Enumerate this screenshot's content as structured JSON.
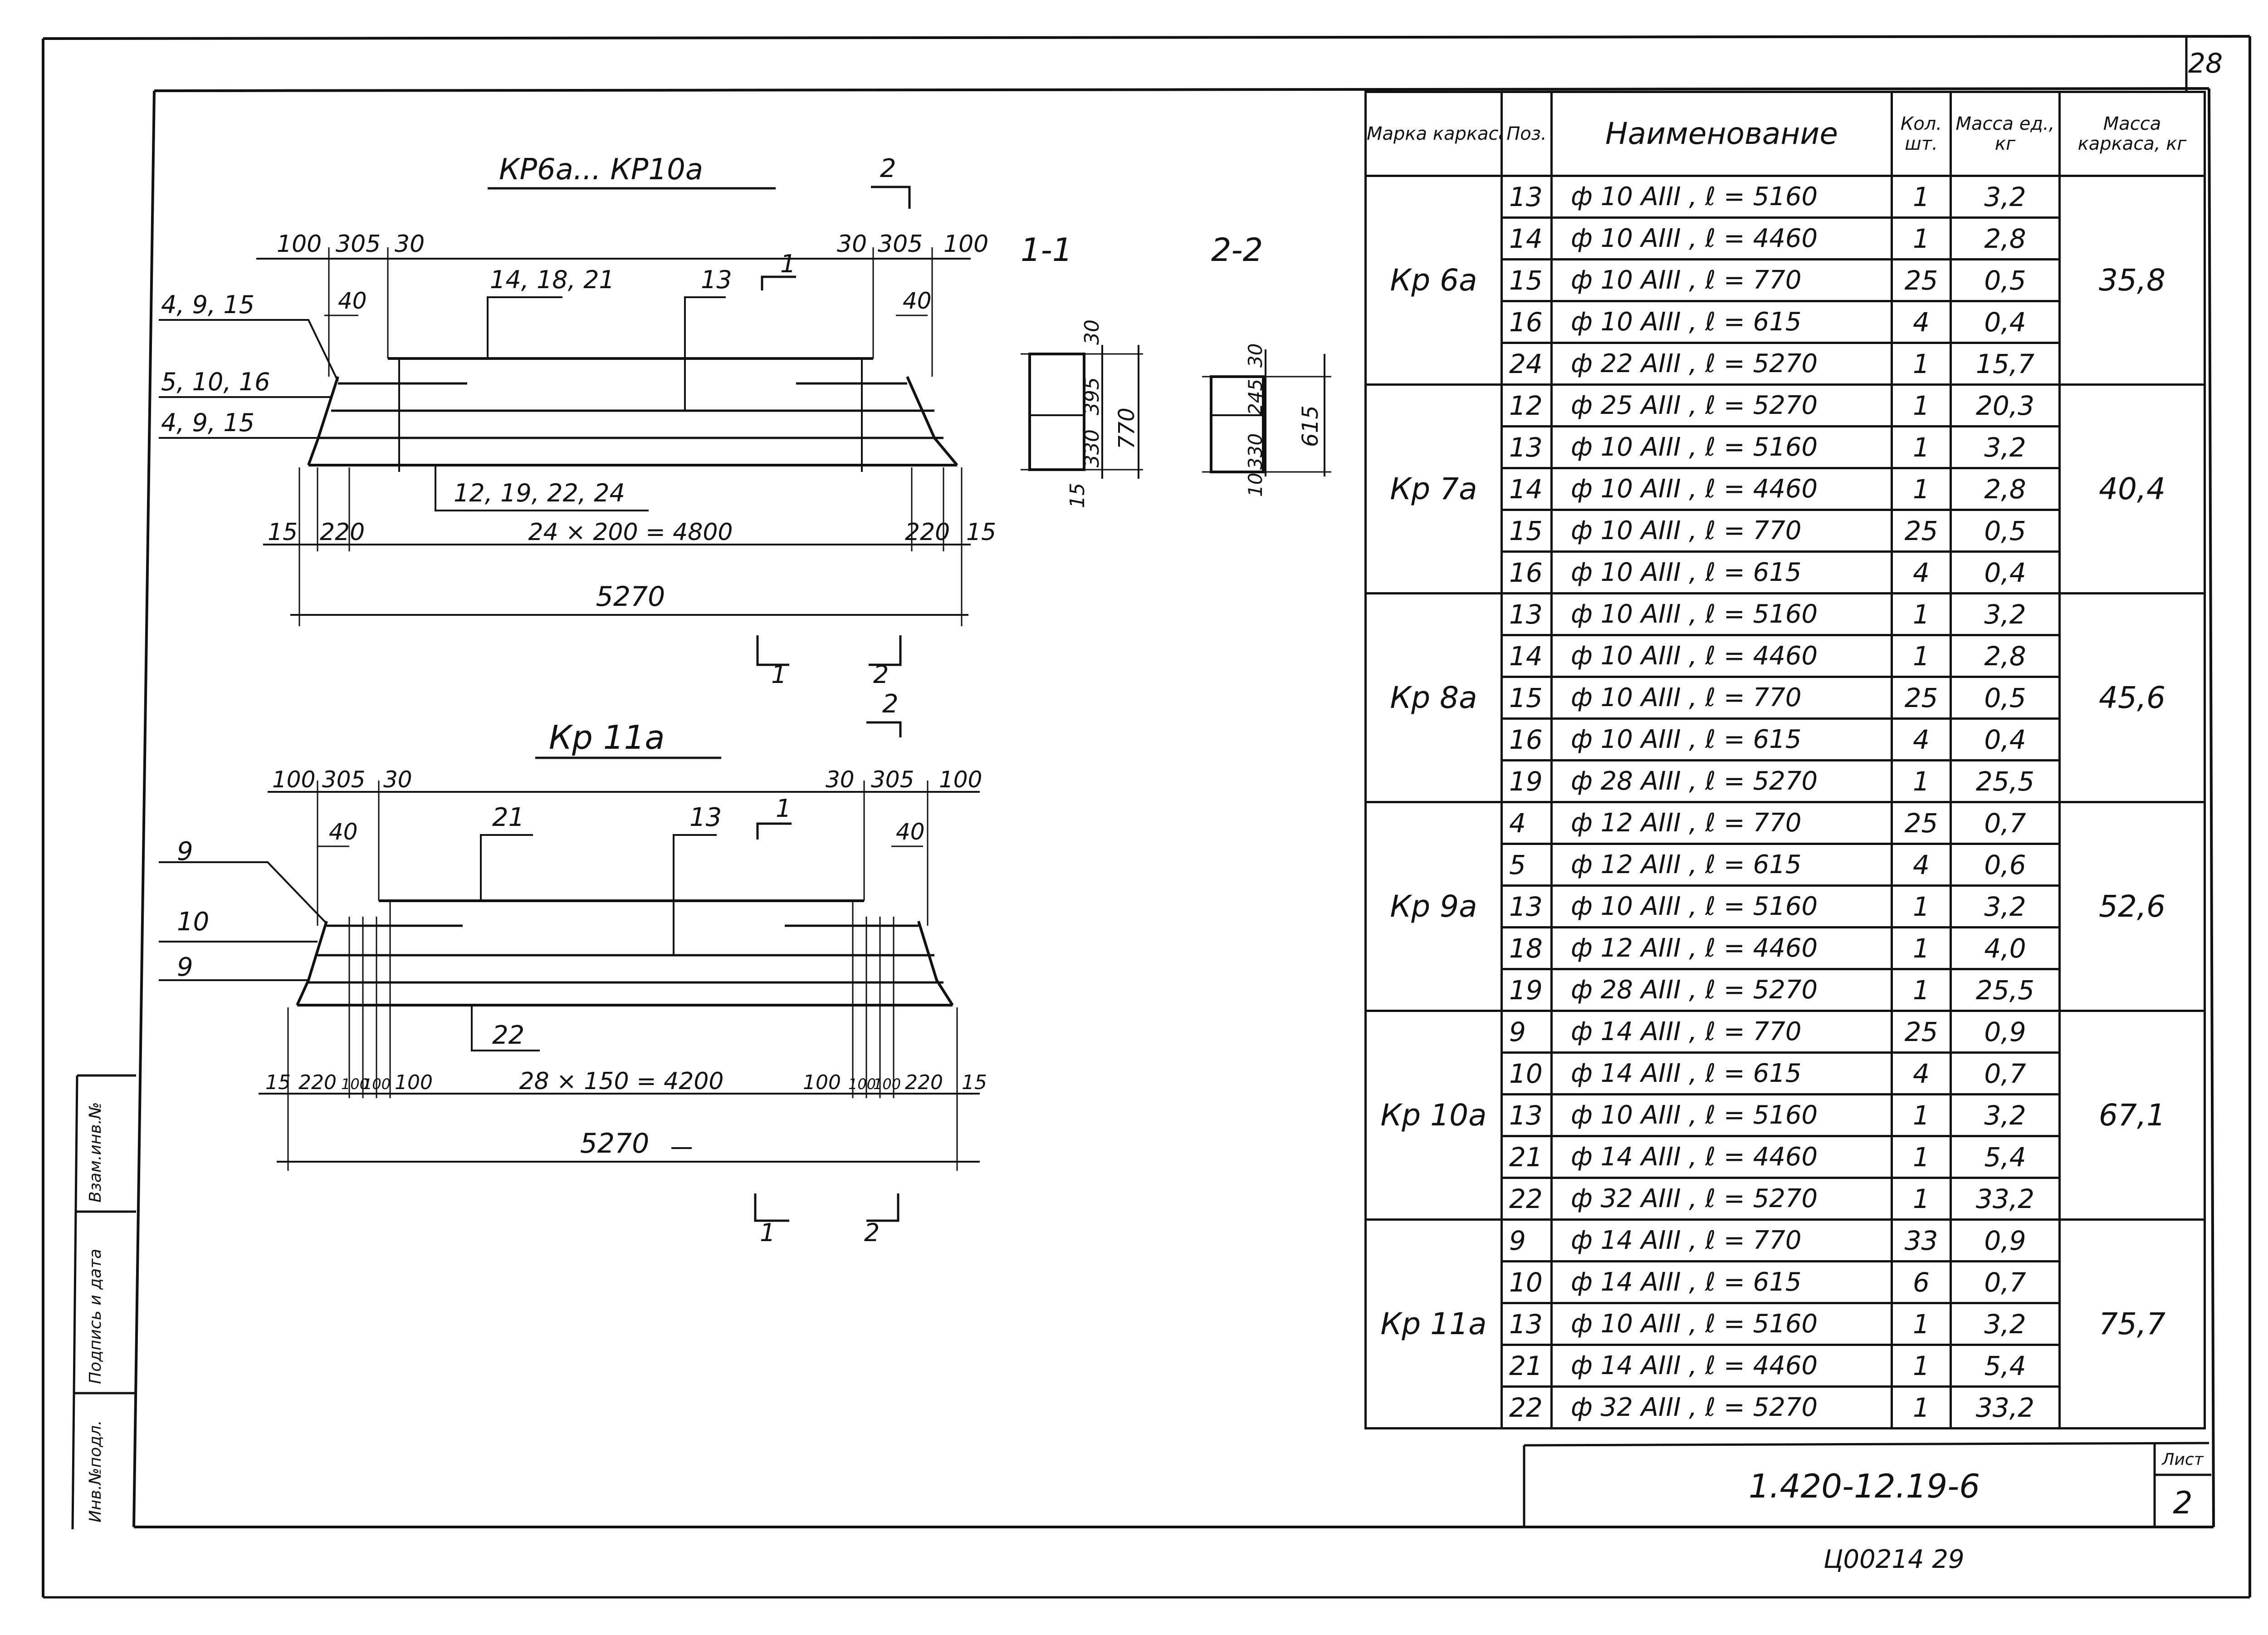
{
  "sheet": {
    "page_no": "28",
    "doc_code": "1.420-12.19-6",
    "sheet_label": "Лист",
    "sheet_no": "2",
    "stamp": "Ц00214 29",
    "side_stamp": [
      "Инв.№подл.",
      "Подпись и дата",
      "Взам.инв.№"
    ]
  },
  "drawing_top": {
    "title": "КР6а... КР10а",
    "section_marker": "2",
    "dims_top": [
      "100",
      "305",
      "30",
      "30",
      "305",
      "100"
    ],
    "dim_40": "40",
    "bar_labels": {
      "top": "14, 18, 21",
      "middle": "13",
      "left_1": "4, 9, 15",
      "left_2": "5, 10, 16",
      "left_3": "4, 9, 15",
      "bottom": "12, 19, 22, 24"
    },
    "cut_marker_1": "1",
    "dims_bottom": [
      "15",
      "220",
      "24 × 200 = 4800",
      "220",
      "15"
    ],
    "total_length": "5270",
    "cut_markers_bottom": [
      "1",
      "2"
    ]
  },
  "sections": {
    "s11": {
      "title": "1-1",
      "dims": [
        "30",
        "395",
        "330",
        "15"
      ],
      "height": "770"
    },
    "s22": {
      "title": "2-2",
      "dims": [
        "30",
        "245",
        "330",
        "10"
      ],
      "height": "615"
    }
  },
  "drawing_bottom": {
    "title": "Кр 11а",
    "section_marker": "2",
    "dims_top": [
      "100",
      "305",
      "30",
      "30",
      "305",
      "100"
    ],
    "dim_40": "40",
    "bar_labels": {
      "top": "21",
      "middle": "13",
      "left_1": "9",
      "left_2": "10",
      "left_3": "9",
      "bottom": "22"
    },
    "cut_marker_1": "1",
    "dims_bottom": [
      "15",
      "220",
      "100",
      "100",
      "100",
      "28 × 150 = 4200",
      "100",
      "100",
      "100",
      "220",
      "15"
    ],
    "total_length": "5270",
    "cut_markers_bottom": [
      "1",
      "2"
    ]
  },
  "table": {
    "headers": {
      "brand": "Марка каркаса",
      "pos": "Поз.",
      "name": "Наименование",
      "qty": "Кол. шт.",
      "mass_unit": "Масса ед., кг",
      "mass_cage": "Масса каркаса, кг"
    },
    "groups": [
      {
        "brand": "Кр 6а",
        "total": "35,8",
        "rows": [
          {
            "pos": "13",
            "name": "ф 10 АIII ,  ℓ = 5160",
            "qty": "1",
            "mass": "3,2"
          },
          {
            "pos": "14",
            "name": "ф 10 АIII ,  ℓ = 4460",
            "qty": "1",
            "mass": "2,8"
          },
          {
            "pos": "15",
            "name": "ф 10 АIII ,  ℓ = 770",
            "qty": "25",
            "mass": "0,5"
          },
          {
            "pos": "16",
            "name": "ф 10 АIII ,  ℓ = 615",
            "qty": "4",
            "mass": "0,4"
          },
          {
            "pos": "24",
            "name": "ф 22 АIII ,  ℓ = 5270",
            "qty": "1",
            "mass": "15,7"
          }
        ]
      },
      {
        "brand": "Кр 7а",
        "total": "40,4",
        "rows": [
          {
            "pos": "12",
            "name": "ф 25 АIII ,  ℓ = 5270",
            "qty": "1",
            "mass": "20,3"
          },
          {
            "pos": "13",
            "name": "ф 10 АIII ,  ℓ = 5160",
            "qty": "1",
            "mass": "3,2"
          },
          {
            "pos": "14",
            "name": "ф 10 АIII ,  ℓ = 4460",
            "qty": "1",
            "mass": "2,8"
          },
          {
            "pos": "15",
            "name": "ф 10 АIII ,  ℓ = 770",
            "qty": "25",
            "mass": "0,5"
          },
          {
            "pos": "16",
            "name": "ф 10 АIII ,  ℓ = 615",
            "qty": "4",
            "mass": "0,4"
          }
        ]
      },
      {
        "brand": "Кр 8а",
        "total": "45,6",
        "rows": [
          {
            "pos": "13",
            "name": "ф 10 АIII ,  ℓ = 5160",
            "qty": "1",
            "mass": "3,2"
          },
          {
            "pos": "14",
            "name": "ф 10 АIII ,  ℓ = 4460",
            "qty": "1",
            "mass": "2,8"
          },
          {
            "pos": "15",
            "name": "ф 10 АIII ,  ℓ = 770",
            "qty": "25",
            "mass": "0,5"
          },
          {
            "pos": "16",
            "name": "ф 10 АIII ,  ℓ = 615",
            "qty": "4",
            "mass": "0,4"
          },
          {
            "pos": "19",
            "name": "ф 28 АIII ,  ℓ = 5270",
            "qty": "1",
            "mass": "25,5"
          }
        ]
      },
      {
        "brand": "Кр 9а",
        "total": "52,6",
        "rows": [
          {
            "pos": "4",
            "name": "ф 12 АIII ,  ℓ = 770",
            "qty": "25",
            "mass": "0,7"
          },
          {
            "pos": "5",
            "name": "ф 12 АIII ,  ℓ = 615",
            "qty": "4",
            "mass": "0,6"
          },
          {
            "pos": "13",
            "name": "ф 10 АIII ,  ℓ = 5160",
            "qty": "1",
            "mass": "3,2"
          },
          {
            "pos": "18",
            "name": "ф 12 АIII ,  ℓ = 4460",
            "qty": "1",
            "mass": "4,0"
          },
          {
            "pos": "19",
            "name": "ф 28 АIII ,  ℓ = 5270",
            "qty": "1",
            "mass": "25,5"
          }
        ]
      },
      {
        "brand": "Кр 10а",
        "total": "67,1",
        "rows": [
          {
            "pos": "9",
            "name": "ф 14 АIII ,  ℓ = 770",
            "qty": "25",
            "mass": "0,9"
          },
          {
            "pos": "10",
            "name": "ф 14 АIII ,  ℓ = 615",
            "qty": "4",
            "mass": "0,7"
          },
          {
            "pos": "13",
            "name": "ф 10 АIII ,  ℓ = 5160",
            "qty": "1",
            "mass": "3,2"
          },
          {
            "pos": "21",
            "name": "ф 14 АIII ,  ℓ = 4460",
            "qty": "1",
            "mass": "5,4"
          },
          {
            "pos": "22",
            "name": "ф 32 АIII ,  ℓ = 5270",
            "qty": "1",
            "mass": "33,2"
          }
        ]
      },
      {
        "brand": "Кр 11а",
        "total": "75,7",
        "rows": [
          {
            "pos": "9",
            "name": "ф 14 АIII ,  ℓ = 770",
            "qty": "33",
            "mass": "0,9"
          },
          {
            "pos": "10",
            "name": "ф 14 АIII ,  ℓ = 615",
            "qty": "6",
            "mass": "0,7"
          },
          {
            "pos": "13",
            "name": "ф 10 АIII ,  ℓ = 5160",
            "qty": "1",
            "mass": "3,2"
          },
          {
            "pos": "21",
            "name": "ф 14 АIII ,  ℓ = 4460",
            "qty": "1",
            "mass": "5,4"
          },
          {
            "pos": "22",
            "name": "ф 32 АIII ,  ℓ = 5270",
            "qty": "1",
            "mass": "33,2"
          }
        ]
      }
    ]
  }
}
